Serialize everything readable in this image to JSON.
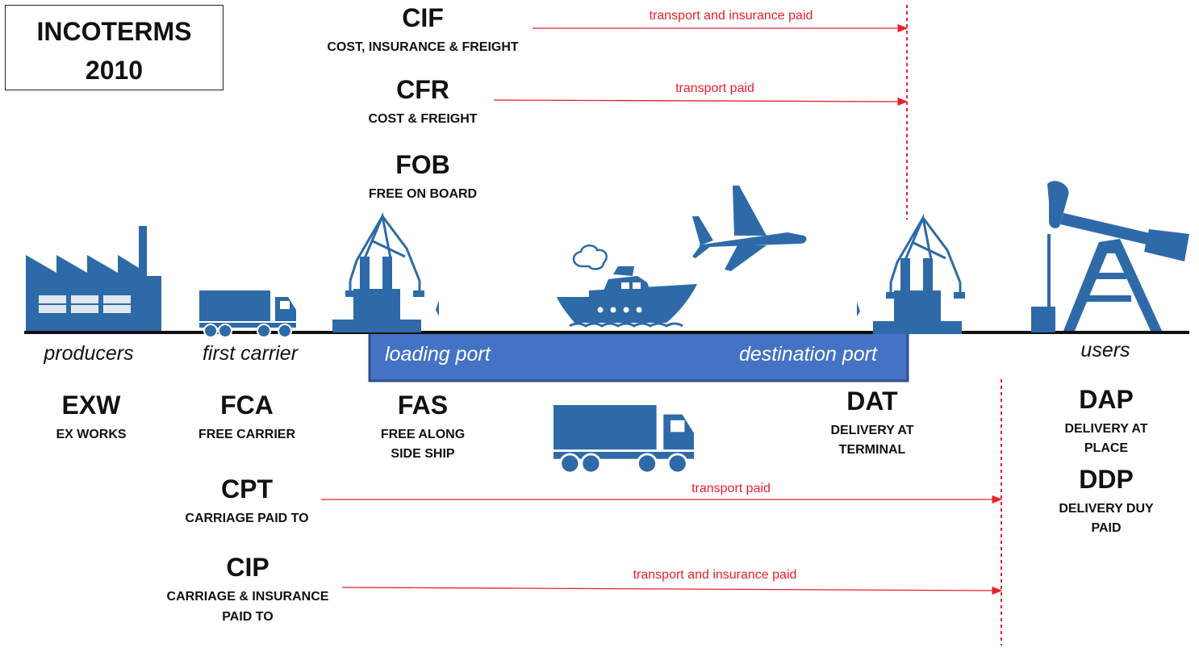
{
  "title": {
    "line1": "INCOTERMS",
    "line2": "2010"
  },
  "terms_top": [
    {
      "code": "CIF",
      "desc": "COST, INSURANCE & FREIGHT",
      "arrow_label": "transport and insurance paid"
    },
    {
      "code": "CFR",
      "desc": "COST & FREIGHT",
      "arrow_label": "transport paid"
    },
    {
      "code": "FOB",
      "desc": "FREE ON BOARD"
    }
  ],
  "places": {
    "producers": "producers",
    "first_carrier": "first carrier",
    "loading_port": "loading port",
    "destination_port": "destination port",
    "users": "users"
  },
  "terms_bottom": [
    {
      "code": "EXW",
      "desc": "EX WORKS"
    },
    {
      "code": "FCA",
      "desc": "FREE CARRIER"
    },
    {
      "code": "FAS",
      "desc_line1": "FREE ALONG",
      "desc_line2": "SIDE SHIP"
    },
    {
      "code": "DAT",
      "desc_line1": "DELIVERY AT",
      "desc_line2": "TERMINAL"
    },
    {
      "code": "DAP",
      "desc_line1": "DELIVERY AT",
      "desc_line2": "PLACE"
    },
    {
      "code": "DDP",
      "desc_line1": "DELIVERY DUY",
      "desc_line2": "PAID"
    },
    {
      "code": "CPT",
      "desc": "CARRIAGE PAID TO",
      "arrow_label": "transport paid"
    },
    {
      "code": "CIP",
      "desc_line1": "CARRIAGE & INSURANCE",
      "desc_line2": "PAID TO",
      "arrow_label": "transport and insurance paid"
    }
  ],
  "icons": {
    "factory": "factory-icon",
    "truck": "truck-icon",
    "crane": "crane-icon",
    "ship": "ship-icon",
    "airplane": "airplane-icon",
    "oil_pump": "oil-pump-icon"
  },
  "colors": {
    "icon_blue": "#2e6aa8",
    "port_bar": "#4472c4",
    "port_border": "#2f4f8a",
    "arrow_red": "#e8202a",
    "ground": "#111111"
  }
}
